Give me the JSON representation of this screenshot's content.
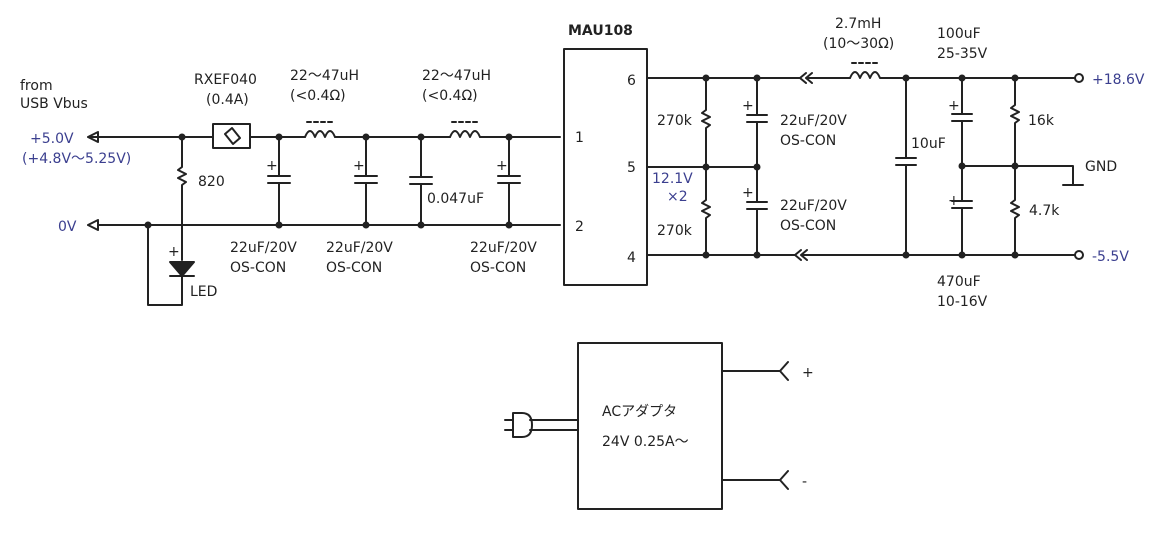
{
  "input": {
    "from_label_1": "from",
    "from_label_2": "USB Vbus",
    "vplus": "+5.0V",
    "vplus_range": "(+4.8V〜5.25V)",
    "zero": "0V"
  },
  "fuse": {
    "name": "RXEF040",
    "rating": "(0.4A)"
  },
  "resistor_led": "820",
  "led_label": "LED",
  "inductor1": {
    "value": "22〜47uH",
    "res": "(<0.4Ω)"
  },
  "inductor2": {
    "value": "22〜47uH",
    "res": "(<0.4Ω)"
  },
  "cap_input": {
    "l1": "22uF/20V",
    "l2": "OS-CON"
  },
  "cap_mid": {
    "l1": "22uF/20V",
    "l2": "OS-CON"
  },
  "cap_film": "0.047uF",
  "cap_out_in": {
    "l1": "22uF/20V",
    "l2": "OS-CON"
  },
  "ic": {
    "name": "MAU108",
    "pins": [
      "1",
      "2",
      "4",
      "5",
      "6"
    ]
  },
  "divider": {
    "r_top": "270k",
    "r_bot": "270k",
    "v1": "12.1V",
    "v2": "×2"
  },
  "cap_out_top": {
    "l1": "22uF/20V",
    "l2": "OS-CON"
  },
  "cap_out_bot": {
    "l1": "22uF/20V",
    "l2": "OS-CON"
  },
  "inductor3": {
    "value": "2.7mH",
    "res": "(10〜30Ω)"
  },
  "cap_10u": "10uF",
  "cap_100u": {
    "l1": "100uF",
    "l2": "25-35V"
  },
  "cap_470u": {
    "l1": "470uF",
    "l2": "10-16V"
  },
  "r_16k": "16k",
  "r_47k": "4.7k",
  "gnd": "GND",
  "out_plus": "+18.6V",
  "out_minus": "-5.5V",
  "plus_sign": "+",
  "adapter": {
    "title": "ACアダプタ",
    "spec": "24V 0.25A〜",
    "plus": "+",
    "minus": "-"
  },
  "colors": {
    "wire": "#222222",
    "voltage_text": "#3b3f8f"
  }
}
